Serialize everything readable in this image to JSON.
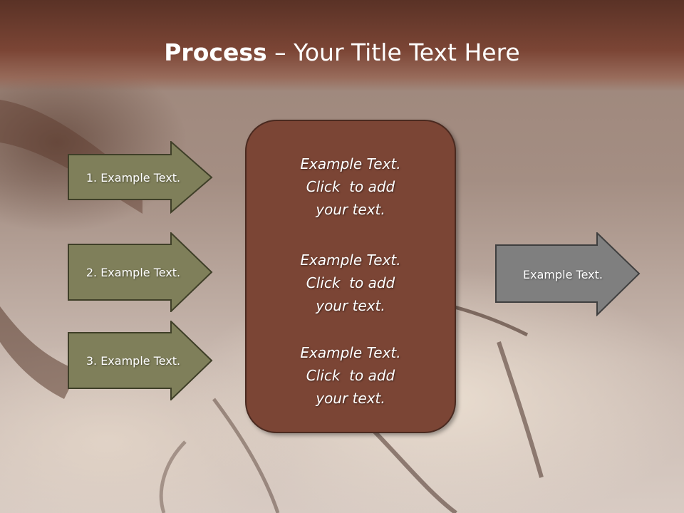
{
  "slide": {
    "title_bold": "Process",
    "title_rest": " – Your Title Text Here"
  },
  "left_arrows": [
    {
      "label": "1. Example Text."
    },
    {
      "label": "2. Example Text."
    },
    {
      "label": "3. Example Text."
    }
  ],
  "center_box": {
    "blocks": [
      {
        "lines": [
          "Example Text.",
          "Click  to add",
          "your text."
        ]
      },
      {
        "lines": [
          "Example Text.",
          "Click  to add",
          "your text."
        ]
      },
      {
        "lines": [
          "Example Text.",
          "Click  to add",
          "your text."
        ]
      }
    ]
  },
  "right_arrow": {
    "label": "Example Text."
  },
  "colors": {
    "header": "#7b4535",
    "left_arrow_fill": "#7f7f5a",
    "center_box_fill": "#7b4535",
    "right_arrow_fill": "#7f7f7f"
  }
}
